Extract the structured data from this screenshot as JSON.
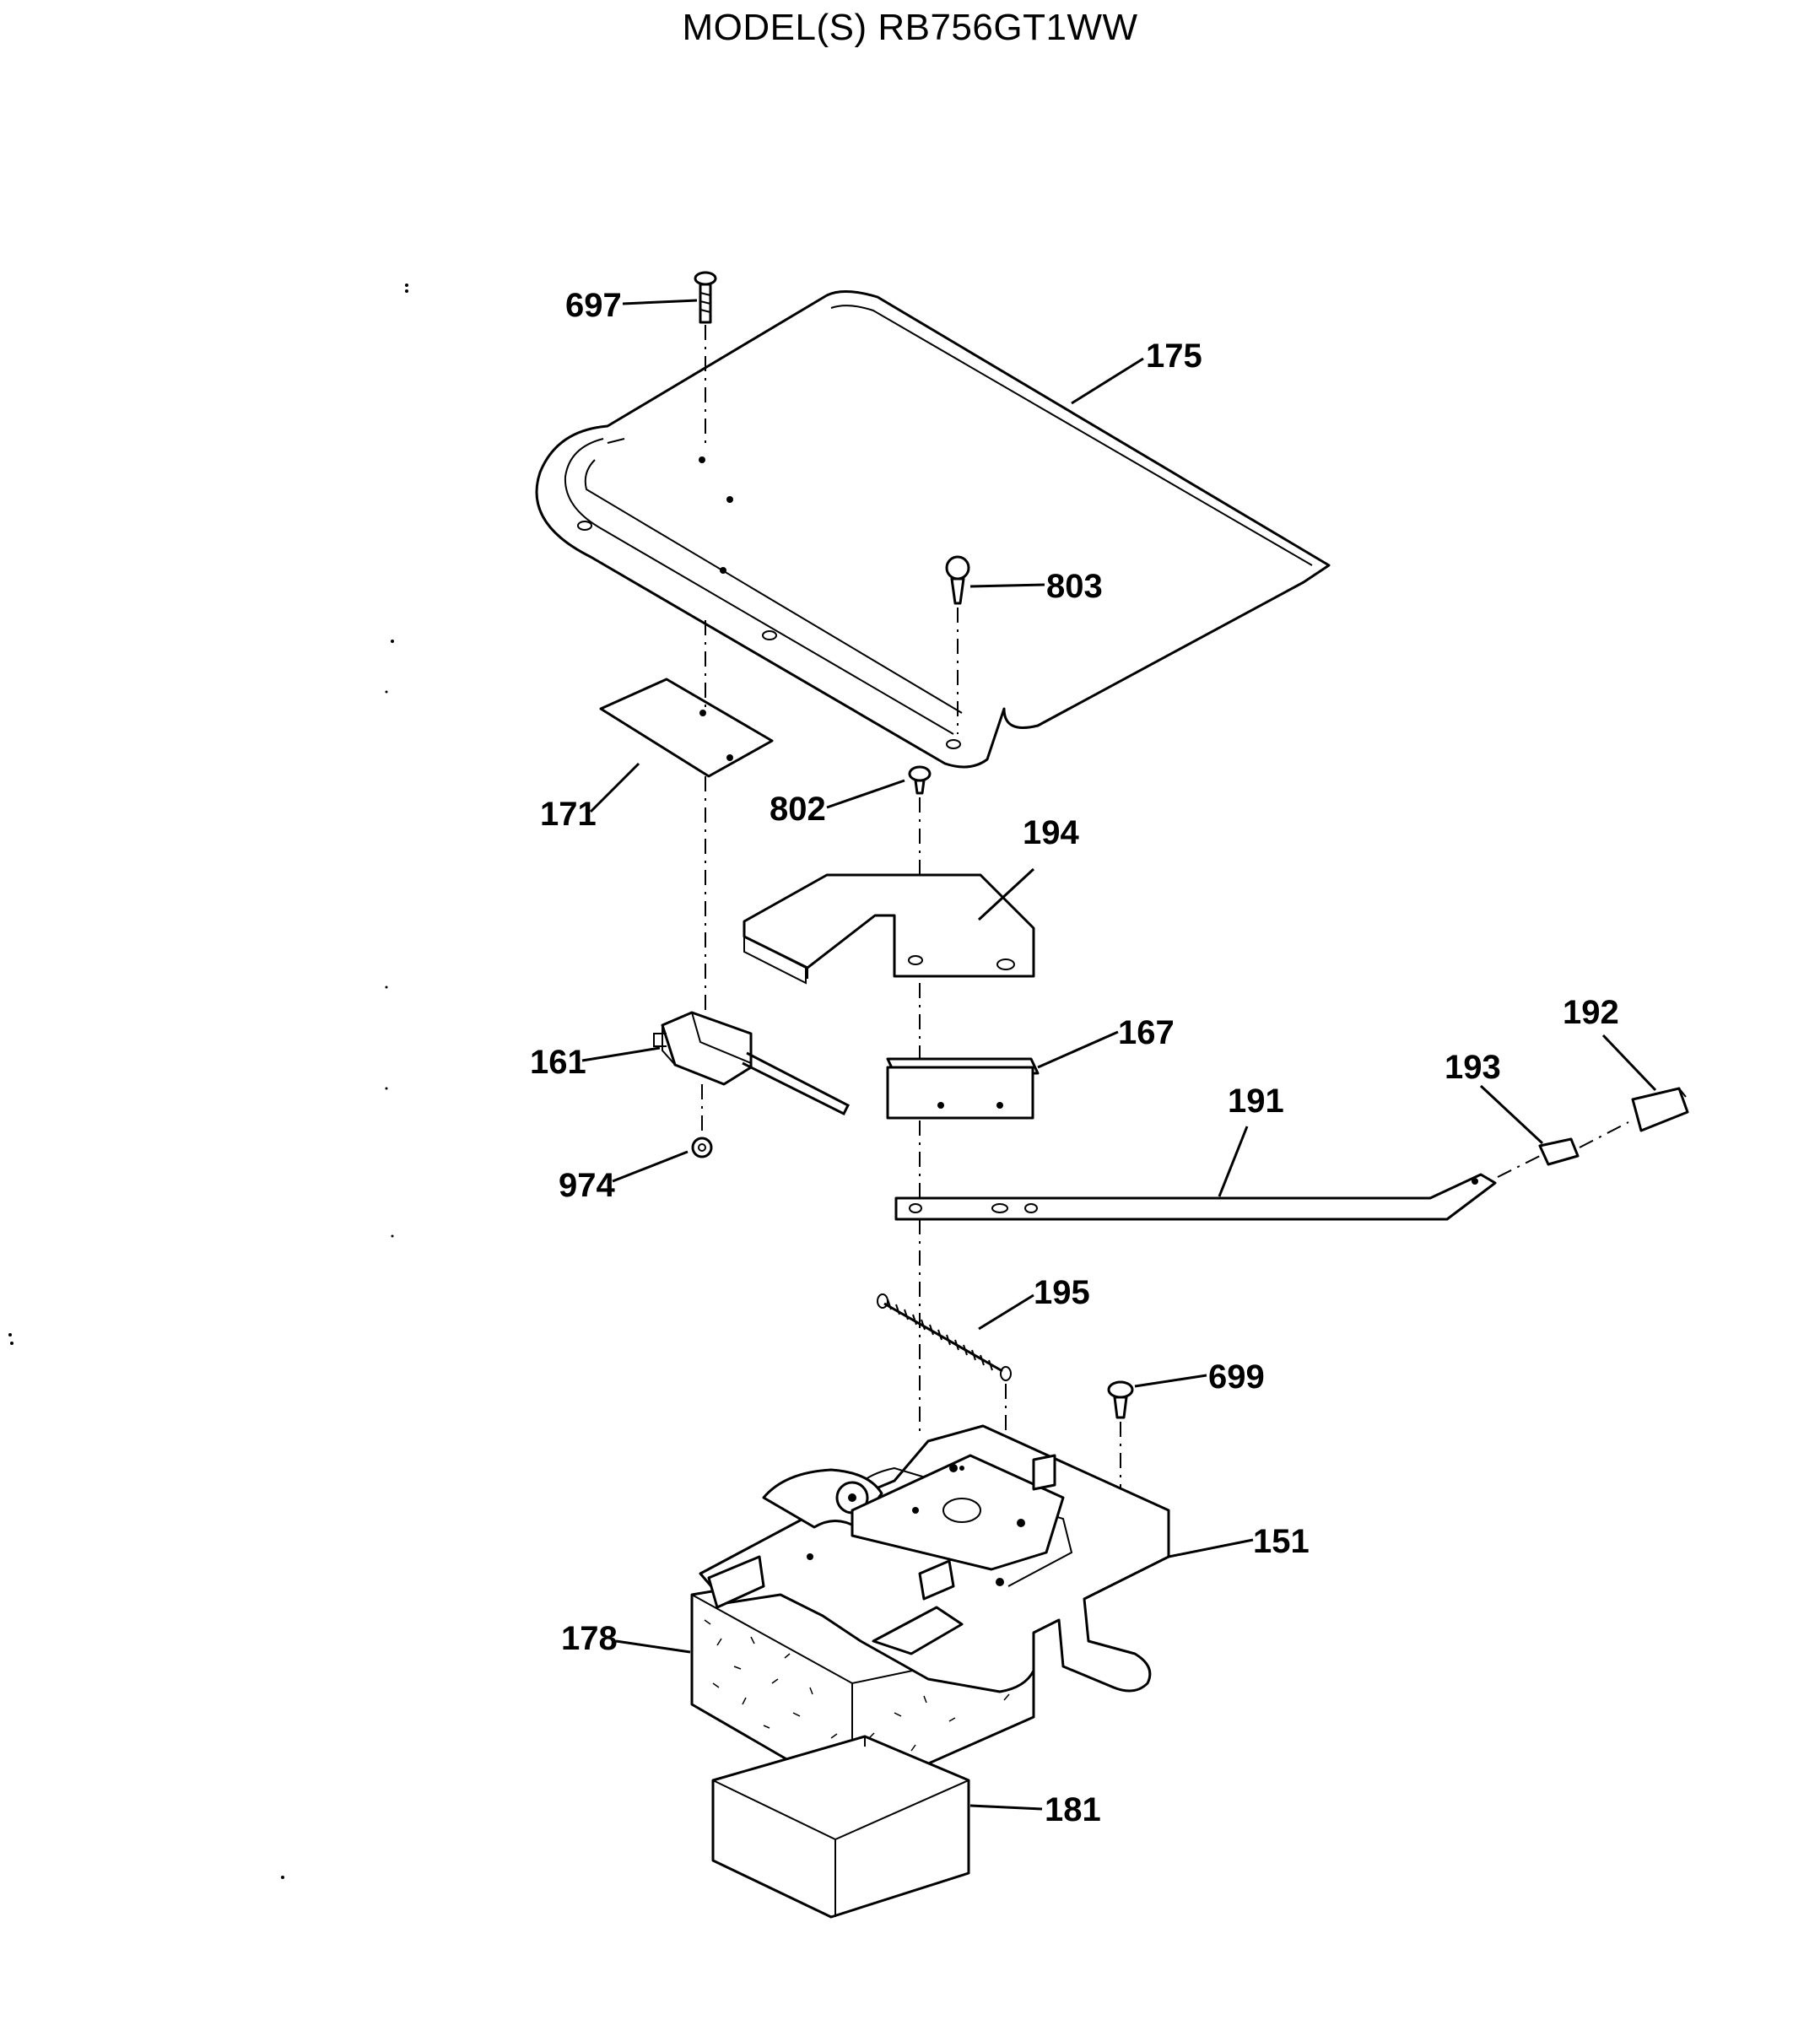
{
  "title": "MODEL(S) RB756GT1WW",
  "labels": {
    "p697": "697",
    "p175": "175",
    "p803": "803",
    "p171": "171",
    "p802": "802",
    "p194": "194",
    "p161": "161",
    "p167": "167",
    "p192": "192",
    "p193": "193",
    "p191": "191",
    "p974": "974",
    "p195": "195",
    "p699": "699",
    "p151": "151",
    "p178": "178",
    "p181": "181"
  }
}
